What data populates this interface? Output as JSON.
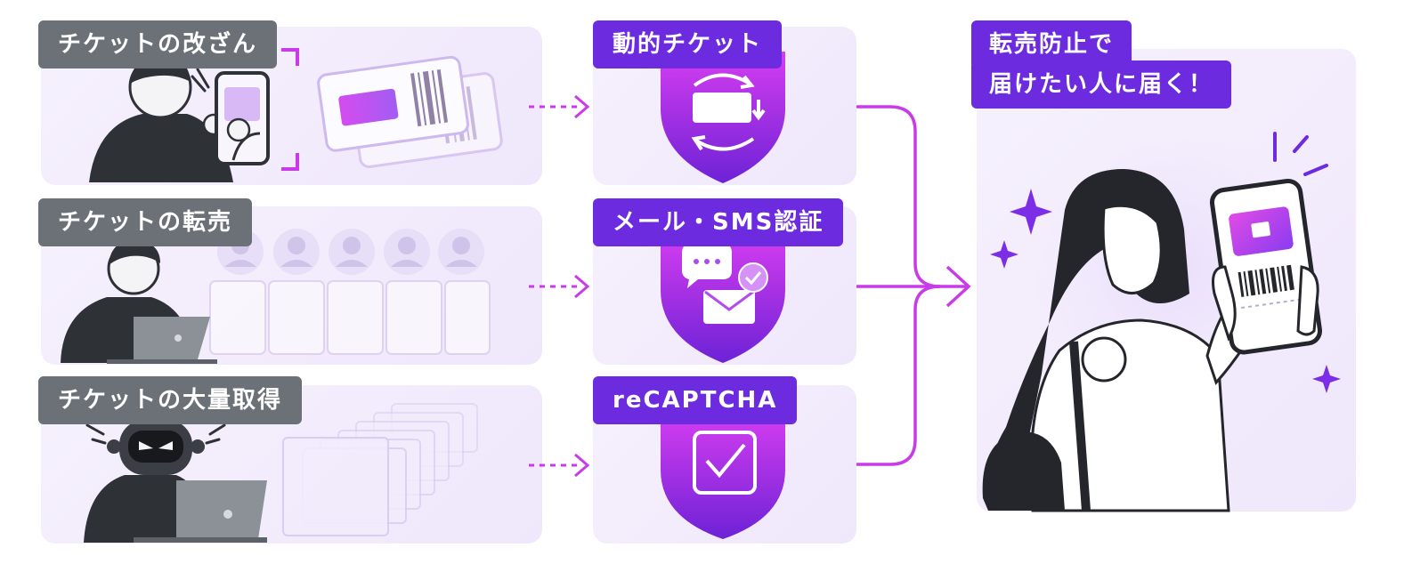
{
  "threats": [
    {
      "label": "チケットの改ざん"
    },
    {
      "label": "チケットの転売"
    },
    {
      "label": "チケットの大量取得"
    }
  ],
  "solutions": [
    {
      "label": "動的チケット",
      "icon": "rotating-ticket-icon"
    },
    {
      "label": "メール・SMS認証",
      "icon": "chat-mail-check-icon"
    },
    {
      "label": "reCAPTCHA",
      "icon": "checkbox-icon"
    }
  ],
  "goal": {
    "line1": "転売防止で",
    "line2": "届けたい人に届く！"
  },
  "colors": {
    "accent": "#6d2be0",
    "magenta": "#c93be8",
    "threat_label": "#6c7178",
    "panel": "#f3edfc",
    "dark_figure": "#2e3136"
  }
}
